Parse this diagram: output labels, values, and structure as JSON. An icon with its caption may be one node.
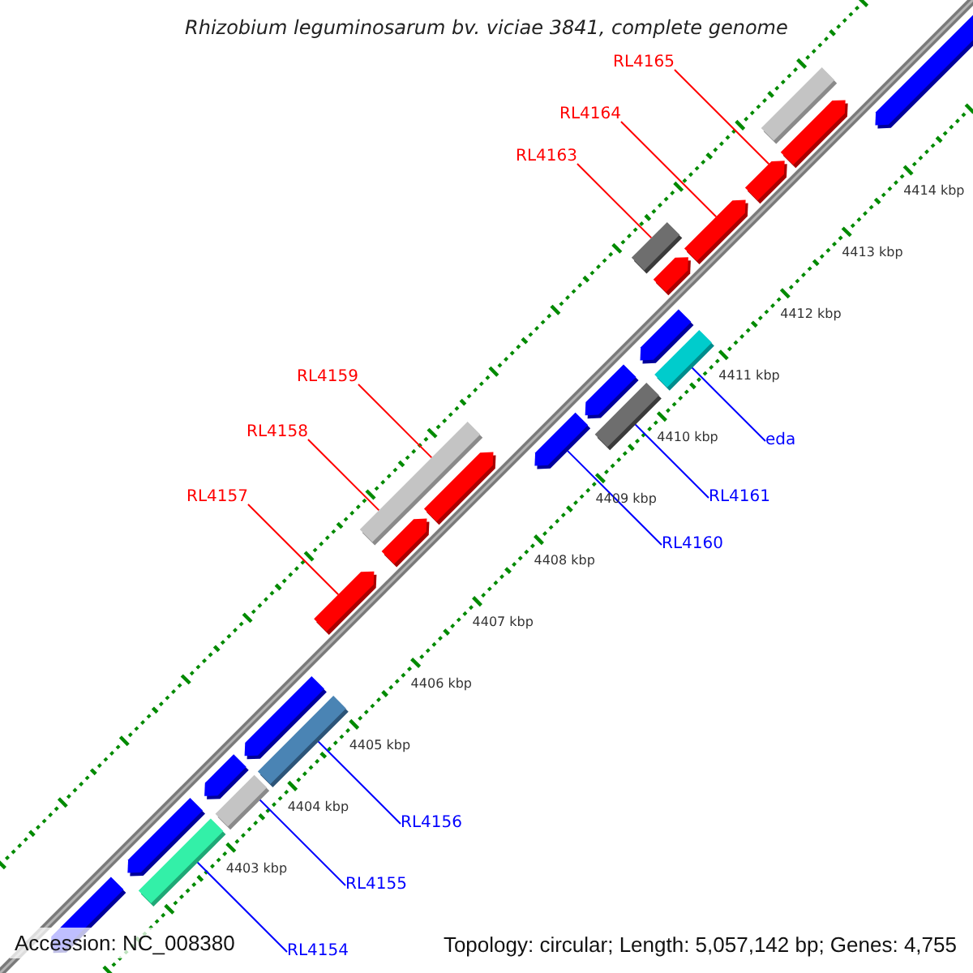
{
  "diagram": {
    "title": "Rhizobium leguminosarum bv. viciae 3841, complete genome",
    "nodes": [
      {
        "text": [
          "RL4165"
        ]
      },
      {
        "text": [
          "RL4164"
        ]
      },
      {
        "text": [
          "RL4163"
        ]
      },
      {
        "text": [
          "RL4159"
        ]
      },
      {
        "text": [
          "RL4158"
        ]
      },
      {
        "text": [
          "eda"
        ]
      },
      {
        "text": [
          "RL4157"
        ]
      },
      {
        "text": [
          "RL4161"
        ]
      },
      {
        "text": [
          "RL4160"
        ]
      },
      {
        "text": [
          "RL4156"
        ]
      },
      {
        "text": [
          "RL4155"
        ]
      },
      {
        "text": [
          "RL4154"
        ]
      },
      {
        "text": [],
        "shape": "pentagon"
      },
      {
        "text": [],
        "shape": "pentagon"
      },
      {
        "text": [],
        "shape": "bar"
      },
      {
        "text": [],
        "shape": "bar"
      },
      {
        "text": [],
        "shape": "bar"
      },
      {
        "text": [],
        "shape": "bar"
      },
      {
        "text": [],
        "shape": "pentagon"
      },
      {
        "text": [],
        "shape": "pentagon"
      },
      {
        "text": [],
        "shape": "bar"
      },
      {
        "text": [],
        "shape": "bar"
      },
      {
        "text": [],
        "shape": "bar"
      },
      {
        "text": [],
        "shape": "pentagon"
      },
      {
        "text": [],
        "shape": "pentagon"
      },
      {
        "text": [],
        "shape": "bar"
      },
      {
        "text": [],
        "shape": "pentagon"
      },
      {
        "text": [],
        "shape": "pentagon"
      },
      {
        "text": [],
        "shape": "pentagon"
      },
      {
        "text": [],
        "shape": "pentagon"
      },
      {
        "text": [],
        "shape": "pentagon"
      },
      {
        "text": [],
        "shape": "pentagon"
      },
      {
        "text": [],
        "shape": "pentagon"
      },
      {
        "text": [],
        "shape": "pentagon"
      },
      {
        "text": [],
        "shape": "pentagon"
      }
    ],
    "edges": [
      {
        "from": 0,
        "to": 12,
        "arrow": "none",
        "color": "#ff0000"
      },
      {
        "from": 1,
        "to": 13,
        "arrow": "none",
        "color": "#ff0000"
      },
      {
        "from": 2,
        "to": 14,
        "arrow": "none",
        "color": "#ff0000"
      },
      {
        "from": 3,
        "to": 15,
        "arrow": "none",
        "color": "#ff0000"
      },
      {
        "from": 4,
        "to": 15,
        "arrow": "none",
        "color": "#ff0000"
      },
      {
        "from": 5,
        "to": 16,
        "arrow": "none",
        "color": "#0000ff"
      },
      {
        "from": 6,
        "to": 18,
        "arrow": "none",
        "color": "#ff0000"
      },
      {
        "from": 7,
        "to": 17,
        "arrow": "none",
        "color": "#0000ff"
      },
      {
        "from": 8,
        "to": 19,
        "arrow": "none",
        "color": "#0000ff"
      },
      {
        "from": 9,
        "to": 20,
        "arrow": "none",
        "color": "#0000ff"
      },
      {
        "from": 10,
        "to": 21,
        "arrow": "none",
        "color": "#0000ff"
      },
      {
        "from": 11,
        "to": 22,
        "arrow": "none",
        "color": "#0000ff"
      }
    ],
    "labels": [
      "4414 kbp",
      "4413 kbp",
      "4412 kbp",
      "4411 kbp",
      "4410 kbp",
      "4409 kbp",
      "4408 kbp",
      "4407 kbp",
      "4406 kbp",
      "4405 kbp",
      "4404 kbp",
      "4403 kbp",
      "Accession: NC_008380",
      "Topology: circular; Length: 5,057,142 bp; Genes: 4,755"
    ]
  }
}
